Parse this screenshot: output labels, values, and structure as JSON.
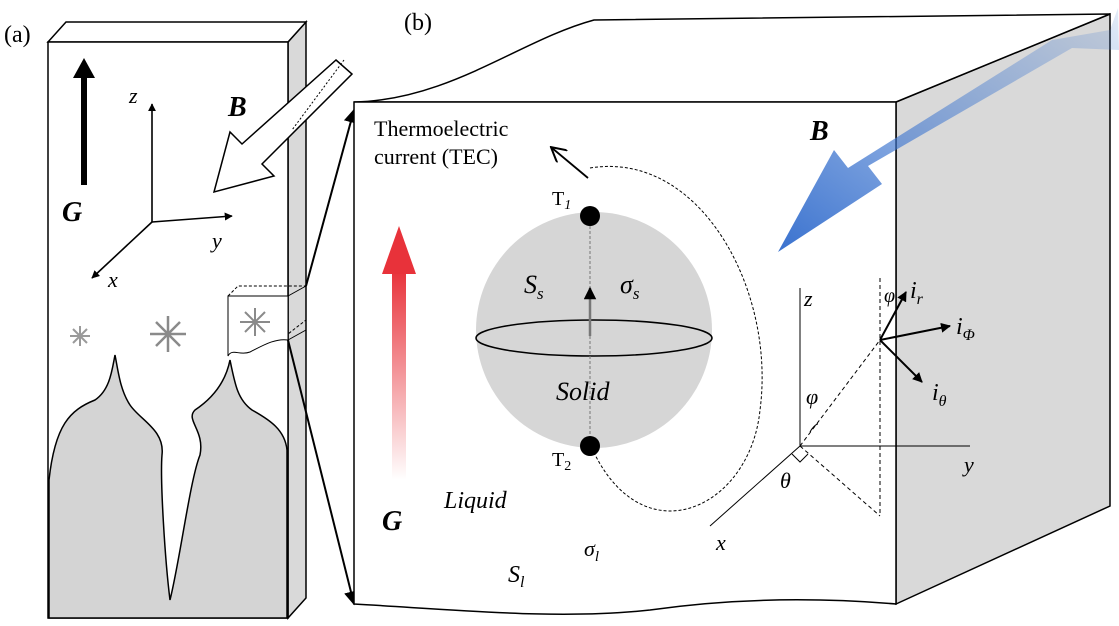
{
  "panel_a": {
    "label": "(a)",
    "gravity_label": "G",
    "field_label": "B",
    "axis_z": "z",
    "axis_y": "y",
    "axis_x": "x"
  },
  "panel_b": {
    "label": "(b)",
    "field_label": "B",
    "gravity_label": "G",
    "tec_line1": "Thermoelectric",
    "tec_line2": "current (TEC)",
    "t1": "T",
    "t1_sub": "1",
    "t2": "T",
    "t2_sub": "2",
    "solid_entropy": "S",
    "solid_entropy_sub": "s",
    "solid_sigma": "σ",
    "solid_sigma_sub": "s",
    "solid_label": "Solid",
    "liquid_label": "Liquid",
    "liquid_sigma": "σ",
    "liquid_sigma_sub": "l",
    "liquid_entropy": "S",
    "liquid_entropy_sub": "l",
    "axis_z": "z",
    "axis_y": "y",
    "axis_x": "x",
    "phi": "φ",
    "theta": "θ",
    "phi_top": "φ",
    "ir": "i",
    "ir_sub": "r",
    "iphi": "i",
    "iphi_sub": "Φ",
    "itheta": "i",
    "itheta_sub": "θ"
  },
  "colors": {
    "solid_fill": "#d6d6d6",
    "side_face": "#d9d9d9",
    "b_arrow": "#4a7fd0",
    "g_arrow": "#e8323a"
  }
}
